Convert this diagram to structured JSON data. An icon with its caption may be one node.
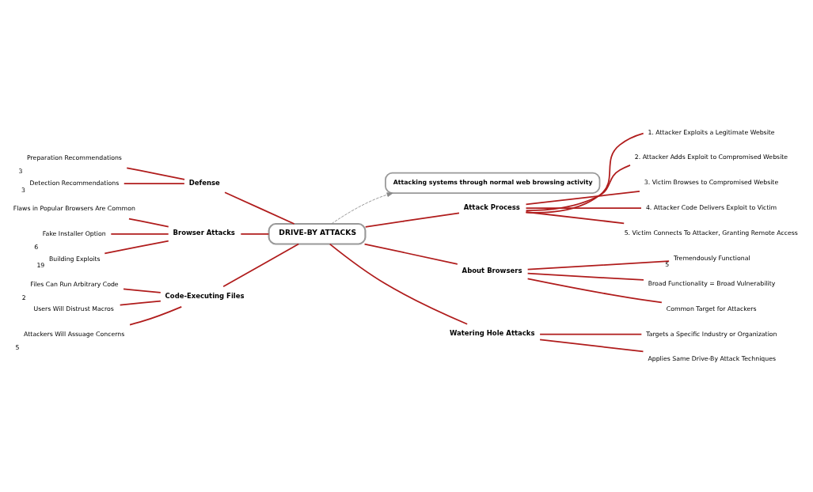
{
  "diagram": {
    "nodes": [
      {
        "text": [
          "DRIVE-BY ATTACKS"
        ]
      },
      {
        "text": [
          "Defense"
        ]
      },
      {
        "text": [
          "Preparation Recommendations"
        ],
        "beside": [
          "3"
        ]
      },
      {
        "text": [
          "Detection Recommendations"
        ],
        "beside": [
          "3"
        ]
      },
      {
        "text": [
          "Browser Attacks"
        ]
      },
      {
        "text": [
          "Flaws in Popular Browsers Are Common"
        ]
      },
      {
        "text": [
          "Fake Installer Option"
        ],
        "beside": [
          "6"
        ]
      },
      {
        "text": [
          "Building Exploits"
        ],
        "beside": [
          "19"
        ]
      },
      {
        "text": [
          "Code-Executing Files"
        ]
      },
      {
        "text": [
          "Files Can Run Arbitrary Code"
        ],
        "beside": [
          "2"
        ]
      },
      {
        "text": [
          "Users Will Distrust Macros"
        ]
      },
      {
        "text": [
          "Attackers Will Assuage Concerns"
        ],
        "beside": [
          "5"
        ]
      },
      {
        "text": [
          "Attacking systems through normal web browsing activity"
        ]
      },
      {
        "text": [
          "Attack Process"
        ]
      },
      {
        "text": [
          "1. Attacker Exploits a Legitimate Website"
        ]
      },
      {
        "text": [
          "2. Attacker Adds Exploit to Compromised Website"
        ]
      },
      {
        "text": [
          "3. Victim Browses to Compromised Website"
        ]
      },
      {
        "text": [
          "4. Attacker Code Delivers Exploit to Victim"
        ]
      },
      {
        "text": [
          "5. Victim Connects To Attacker, Granting Remote Access"
        ]
      },
      {
        "text": [
          "About Browsers"
        ]
      },
      {
        "text": [
          "Tremendously Functional"
        ],
        "beside": [
          "5"
        ]
      },
      {
        "text": [
          "Broad Functionality = Broad Vulnerability"
        ]
      },
      {
        "text": [
          "Common Target for Attackers"
        ]
      },
      {
        "text": [
          "Watering Hole Attacks"
        ]
      },
      {
        "text": [
          "Targets a Specific Industry or Organization"
        ]
      },
      {
        "text": [
          "Applies Same Drive-By Attack Techniques"
        ]
      }
    ],
    "edges": [
      {
        "from": 0,
        "to": 1,
        "arrow": "none"
      },
      {
        "from": 1,
        "to": 2,
        "arrow": "none"
      },
      {
        "from": 1,
        "to": 3,
        "arrow": "none"
      },
      {
        "from": 0,
        "to": 4,
        "arrow": "none"
      },
      {
        "from": 4,
        "to": 5,
        "arrow": "none"
      },
      {
        "from": 4,
        "to": 6,
        "arrow": "none"
      },
      {
        "from": 4,
        "to": 7,
        "arrow": "none"
      },
      {
        "from": 0,
        "to": 8,
        "arrow": "none"
      },
      {
        "from": 8,
        "to": 9,
        "arrow": "none"
      },
      {
        "from": 8,
        "to": 10,
        "arrow": "none"
      },
      {
        "from": 8,
        "to": 11,
        "arrow": "none"
      },
      {
        "from": 0,
        "to": 12,
        "arrow": "to",
        "style": "dashed",
        "color": "#888888"
      },
      {
        "from": 0,
        "to": 13,
        "arrow": "none"
      },
      {
        "from": 13,
        "to": 14,
        "arrow": "none"
      },
      {
        "from": 13,
        "to": 15,
        "arrow": "none"
      },
      {
        "from": 13,
        "to": 16,
        "arrow": "none"
      },
      {
        "from": 13,
        "to": 17,
        "arrow": "none"
      },
      {
        "from": 13,
        "to": 18,
        "arrow": "none"
      },
      {
        "from": 0,
        "to": 19,
        "arrow": "none"
      },
      {
        "from": 19,
        "to": 20,
        "arrow": "none"
      },
      {
        "from": 19,
        "to": 21,
        "arrow": "none"
      },
      {
        "from": 19,
        "to": 22,
        "arrow": "none"
      },
      {
        "from": 0,
        "to": 23,
        "arrow": "none"
      },
      {
        "from": 23,
        "to": 24,
        "arrow": "none"
      },
      {
        "from": 23,
        "to": 25,
        "arrow": "none"
      }
    ]
  }
}
